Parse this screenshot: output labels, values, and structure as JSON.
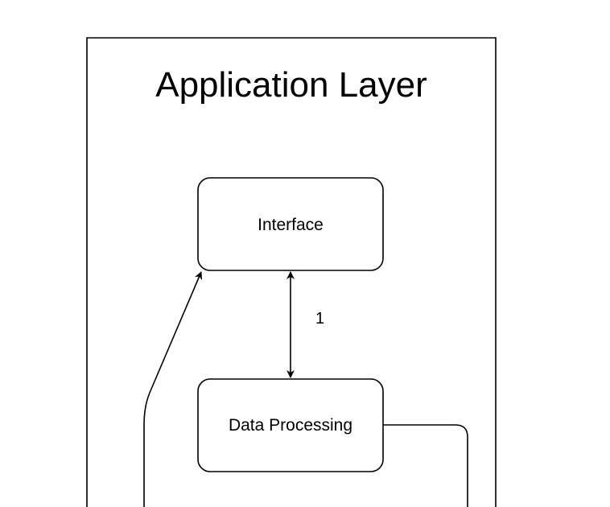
{
  "diagram": {
    "container": {
      "title": "Application Layer"
    },
    "nodes": {
      "interface": {
        "label": "Interface"
      },
      "data_processing": {
        "label": "Data Processing"
      }
    },
    "edges": {
      "interface_processing": {
        "label": "1",
        "direction": "bidirectional"
      },
      "loop_to_interface": {
        "direction": "to-interface"
      },
      "processing_out": {
        "direction": "outgoing"
      }
    },
    "colors": {
      "stroke": "#000000",
      "fill": "#ffffff",
      "text": "#000000"
    }
  }
}
